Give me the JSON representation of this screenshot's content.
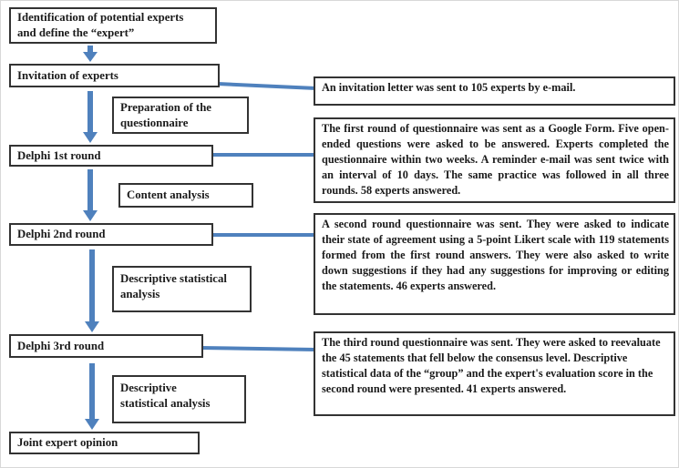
{
  "flowchart": {
    "steps": [
      {
        "id": "identification",
        "label": "Identification of potential experts\nand define the “expert”"
      },
      {
        "id": "invitation",
        "label": "Invitation of experts"
      },
      {
        "id": "preparation",
        "label": "Preparation of the\nquestionnaire"
      },
      {
        "id": "delphi-1st-round",
        "label": "Delphi 1st round"
      },
      {
        "id": "content-analysis",
        "label": "Content analysis"
      },
      {
        "id": "delphi-2nd-round",
        "label": "Delphi 2nd round"
      },
      {
        "id": "descriptive-statistical-analysis-1",
        "label": "Descriptive statistical\nanalysis"
      },
      {
        "id": "delphi-3rd-round",
        "label": "Delphi 3rd round"
      },
      {
        "id": "descriptive-statistical-analysis-2",
        "label": "Descriptive\nstatistical analysis"
      },
      {
        "id": "joint-expert-opinion",
        "label": "Joint expert opinion"
      }
    ],
    "annotations": [
      {
        "linked_step": "Invitation of experts",
        "text": "An invitation letter was sent to 105 experts by e-mail."
      },
      {
        "linked_step": "Delphi 1st round",
        "text": "The first round of questionnaire was sent as a Google Form. Five open-ended questions were asked to be answered. Experts completed the questionnaire within two weeks. A reminder e-mail was sent twice with an interval of 10 days. The same practice was followed in all three rounds. 58 experts answered."
      },
      {
        "linked_step": "Delphi 2nd round",
        "text": "A second round questionnaire was sent. They were asked to indicate their state of agreement using a 5-point Likert scale with 119 statements formed from the first round answers. They were also asked to write down suggestions if they had any suggestions for improving or editing the statements. 46 experts answered."
      },
      {
        "linked_step": "Delphi 3rd round",
        "text": "The third round questionnaire was sent. They were asked to reevaluate the 45 statements that fell below the consensus level. Descriptive statistical data of the “group” and the expert's evaluation score in the second round were presented. 41 experts answered."
      }
    ],
    "colors": {
      "arrow": "#4f81bd",
      "border": "#333333",
      "text": "#1a1a1a"
    }
  }
}
